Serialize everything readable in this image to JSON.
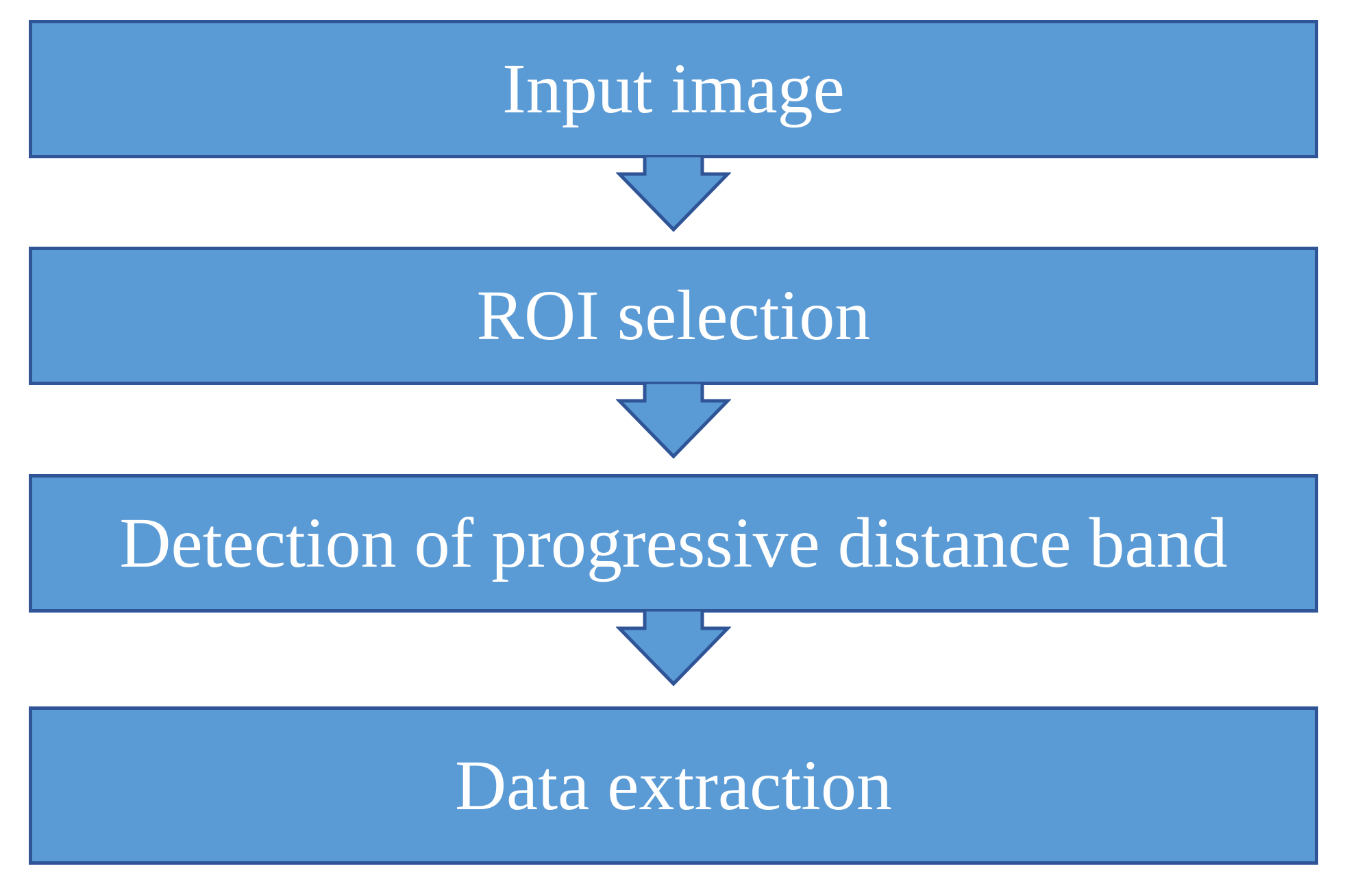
{
  "flowchart": {
    "steps": [
      {
        "label": "Input image"
      },
      {
        "label": "ROI selection"
      },
      {
        "label": "Detection of progressive distance band"
      },
      {
        "label": "Data extraction"
      }
    ]
  },
  "colors": {
    "box_fill": "#5b9bd5",
    "box_border": "#2f5597",
    "text": "#ffffff"
  }
}
